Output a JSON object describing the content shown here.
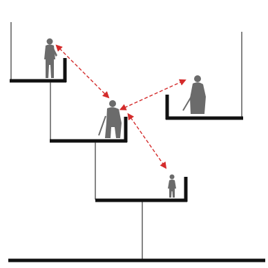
{
  "colors": {
    "background": "#ffffff",
    "platform": "#111111",
    "support": "#333333",
    "figure": "#6b6b6b",
    "arrow": "#d42b2b"
  },
  "diagram": {
    "platforms": [
      {
        "name": "top-left-ledge"
      },
      {
        "name": "center-ledge"
      },
      {
        "name": "right-ledge"
      },
      {
        "name": "lower-ledge"
      },
      {
        "name": "ground-line"
      }
    ],
    "figures": [
      {
        "name": "standing-figure-top-left-icon"
      },
      {
        "name": "sword-figure-center-icon"
      },
      {
        "name": "robed-figure-right-icon"
      },
      {
        "name": "small-figure-lower-icon"
      }
    ],
    "arrows": [
      {
        "name": "arrow-top-left-to-center",
        "style": "dashed",
        "heads": "both"
      },
      {
        "name": "arrow-center-to-right",
        "style": "dashed",
        "heads": "both"
      },
      {
        "name": "arrow-center-to-lower",
        "style": "dashed",
        "heads": "both"
      }
    ]
  }
}
